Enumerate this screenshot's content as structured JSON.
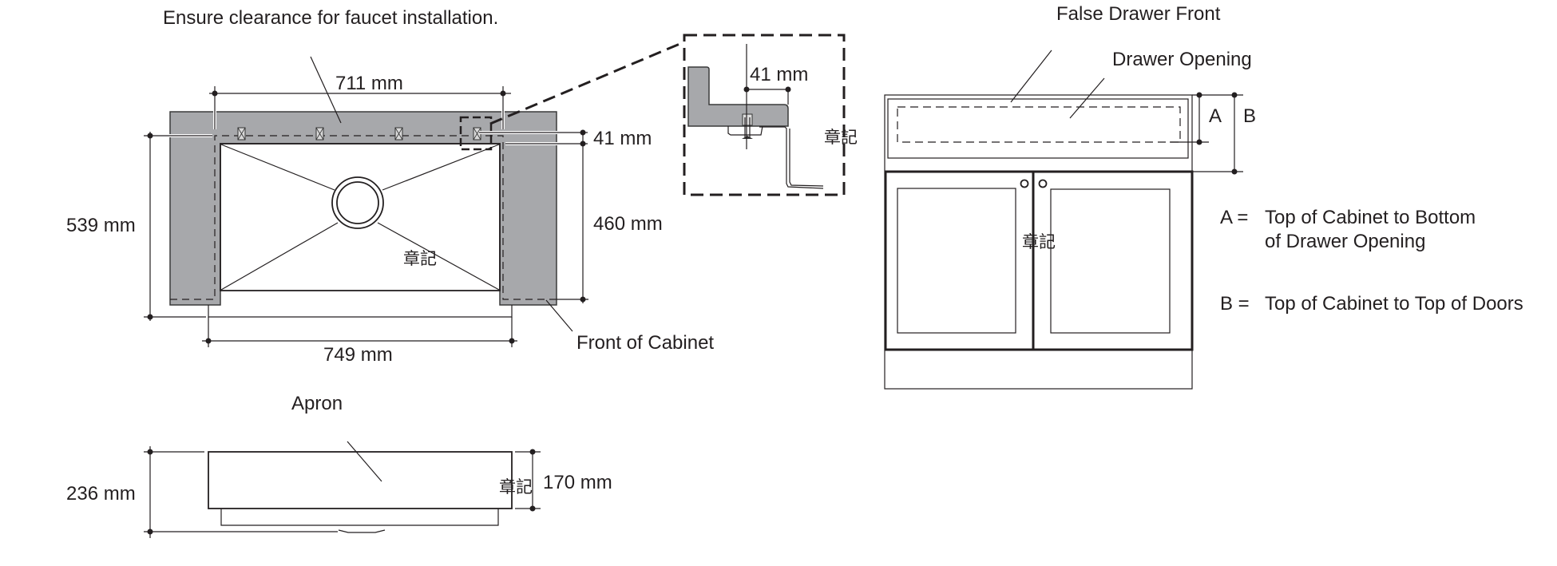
{
  "colors": {
    "ink": "#231f20",
    "countertop_gray": "#a7a8ab",
    "background": "#ffffff"
  },
  "top_view": {
    "note": "Ensure clearance for faucet installation.",
    "dim_width_top": "711 mm",
    "dim_depth_left": "539 mm",
    "dim_setback_right": "41 mm",
    "dim_depth_right": "460 mm",
    "dim_width_bottom": "749 mm",
    "front_label": "Front of Cabinet",
    "stamp": "章記"
  },
  "detail_view": {
    "dim_setback": "41 mm",
    "stamp": "章記"
  },
  "apron_view": {
    "label": "Apron",
    "dim_total_height": "236 mm",
    "dim_apron_height": "170 mm",
    "stamp": "章記"
  },
  "cabinet_view": {
    "false_drawer_label": "False Drawer Front",
    "drawer_opening_label": "Drawer Opening",
    "dim_a_letter": "A",
    "dim_b_letter": "B",
    "stamp": "章記",
    "legend": [
      {
        "key": "A =",
        "line1": "Top of Cabinet to Bottom",
        "line2": "of Drawer Opening"
      },
      {
        "key": "B =",
        "line1": "Top of Cabinet to Top of Doors",
        "line2": ""
      }
    ]
  }
}
